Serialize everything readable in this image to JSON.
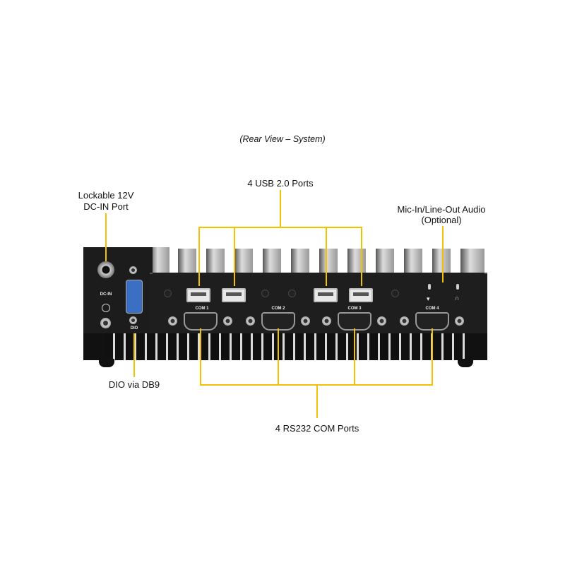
{
  "title": "(Rear View – System)",
  "callouts": {
    "usb": "4 USB 2.0 Ports",
    "dcin_line1": "Lockable 12V",
    "dcin_line2": "DC-IN Port",
    "audio_line1": "Mic-In/Line-Out  Audio",
    "audio_line2": "(Optional)",
    "dio": "DIO via DB9",
    "com": "4 RS232 COM Ports"
  },
  "device_labels": {
    "dcin": "DC-IN",
    "dio": "DIO",
    "com1": "COM 1",
    "com2": "COM 2",
    "com3": "COM 3",
    "com4": "COM 4"
  },
  "colors": {
    "leader": "#f2c200",
    "chassis": "#1a1a1a",
    "dio_port": "#3a6fc4"
  }
}
